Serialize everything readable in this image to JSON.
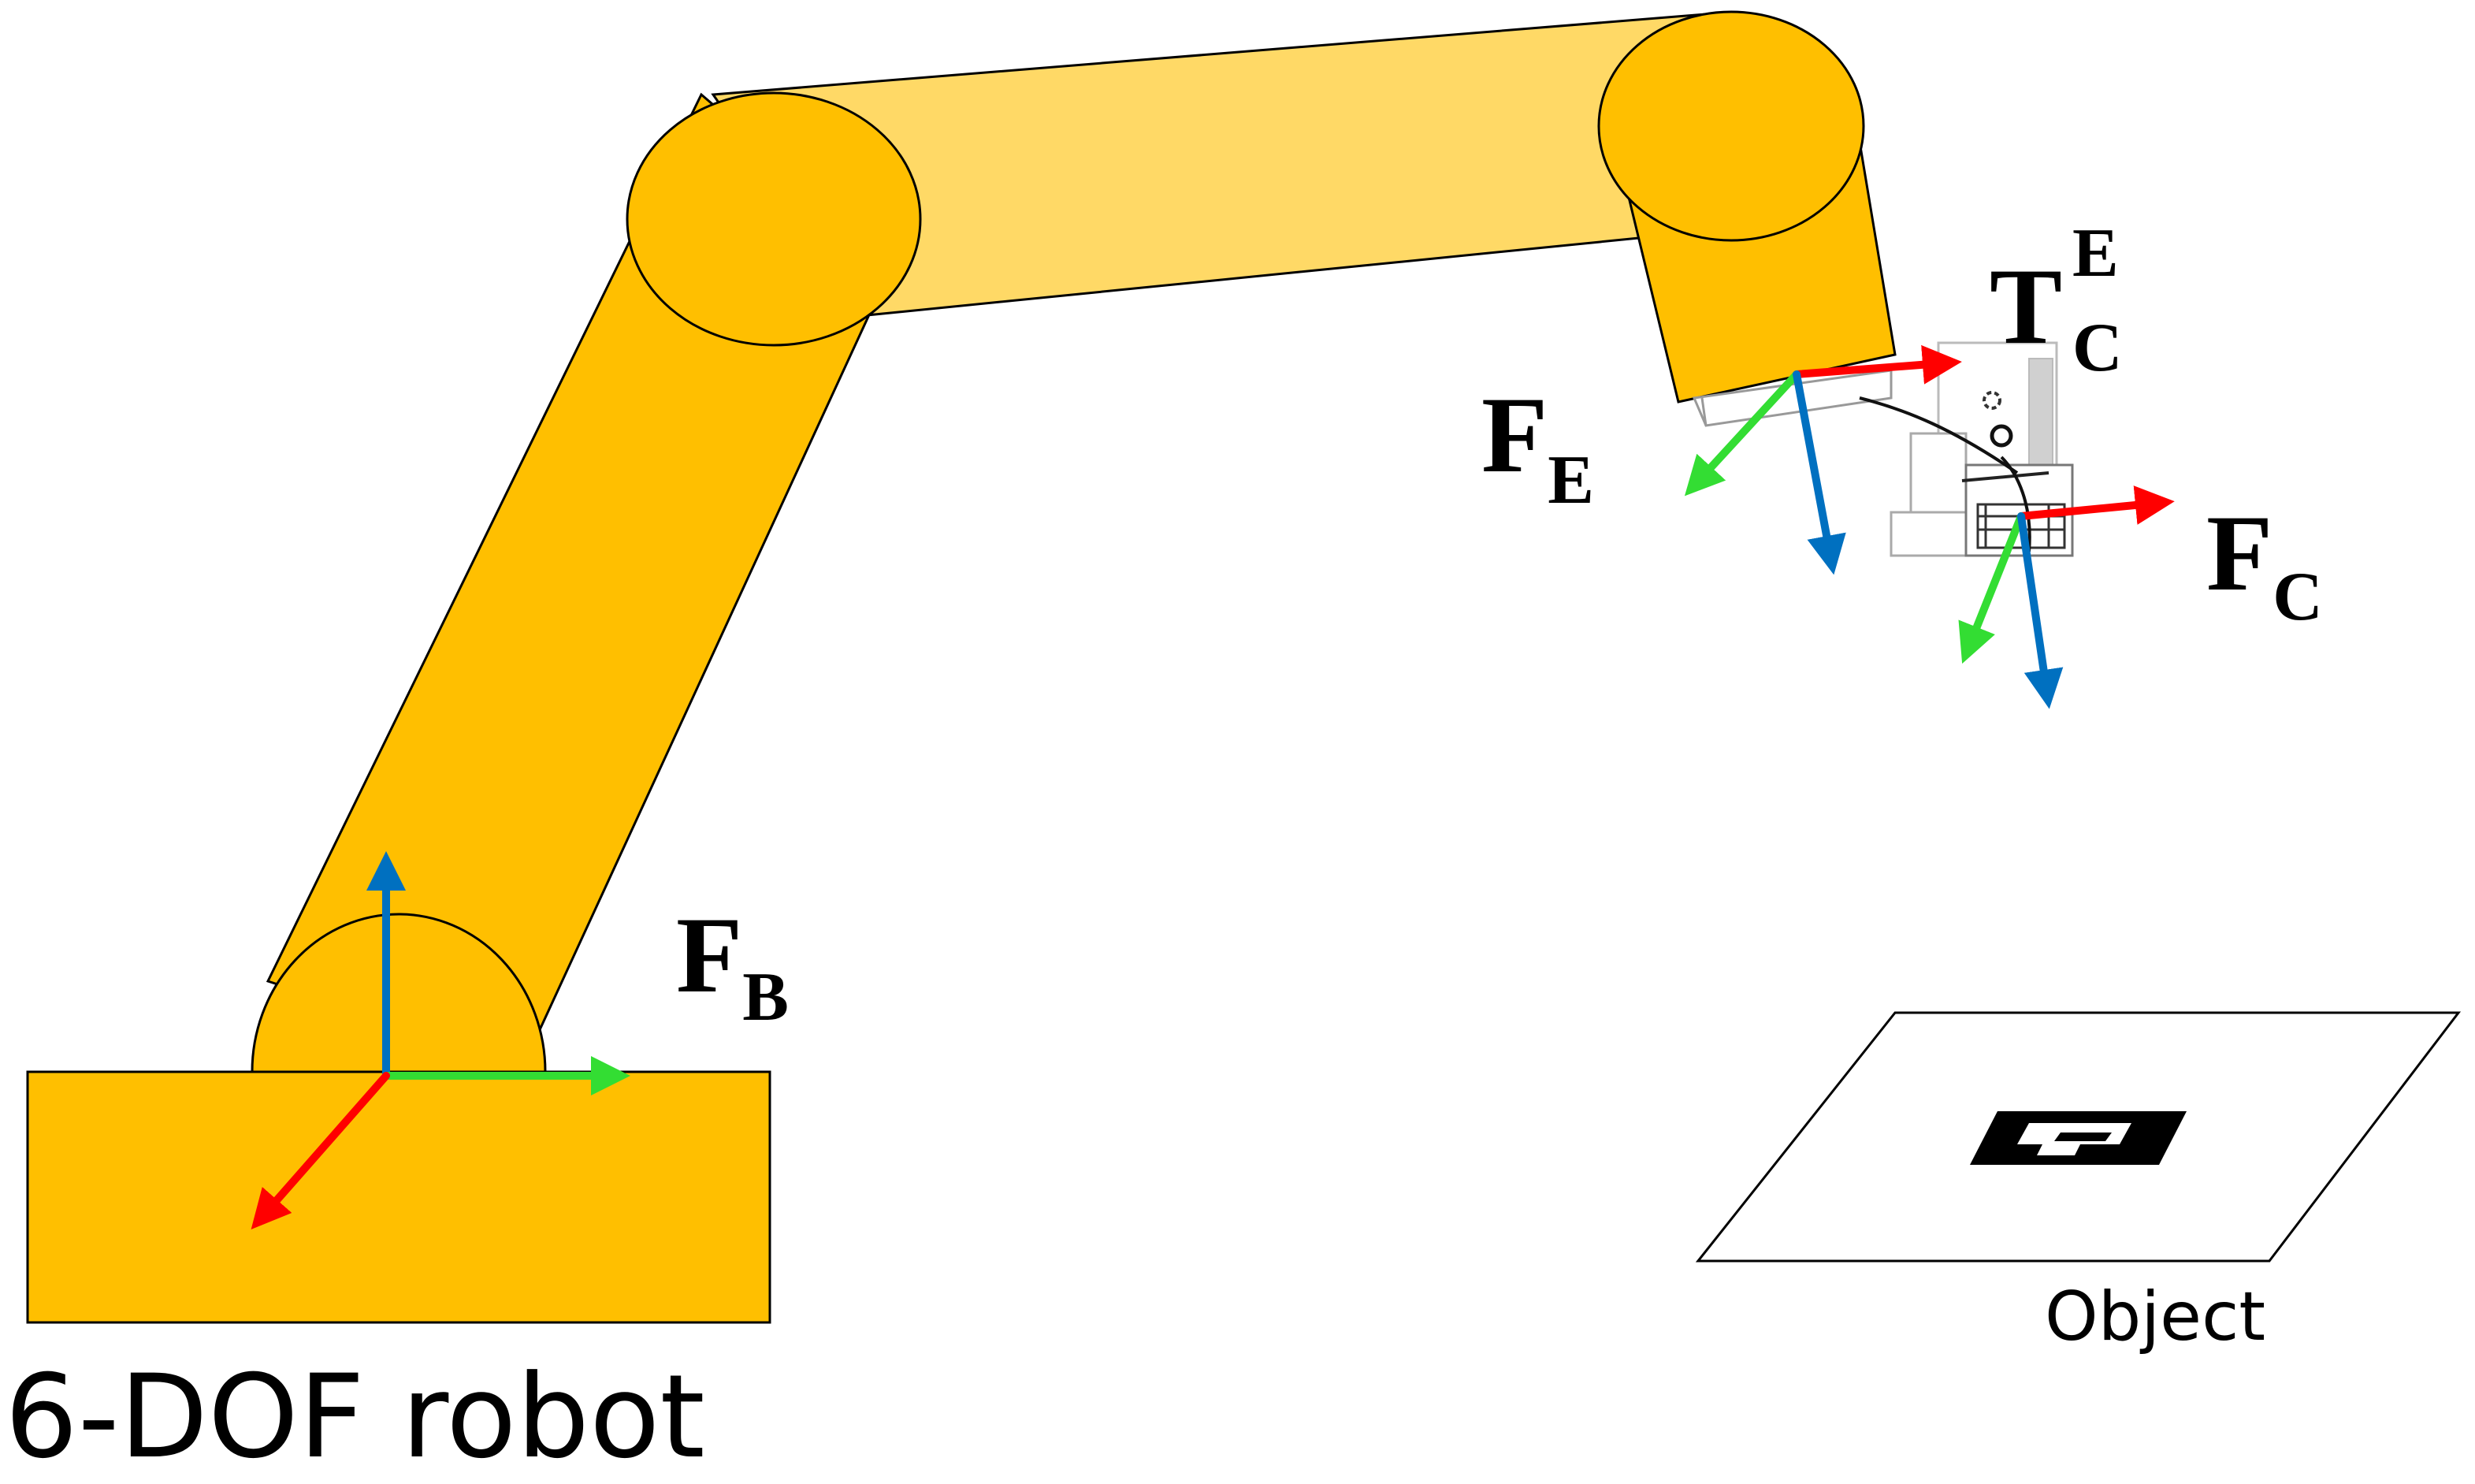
{
  "labels": {
    "robot": "6-DOF robot",
    "object": "Object",
    "frame_base": {
      "main": "F",
      "sub": "B"
    },
    "frame_end_effector": {
      "main": "F",
      "sub": "E"
    },
    "frame_camera": {
      "main": "F",
      "sub": "C"
    },
    "transform": {
      "main": "T",
      "sub": "C",
      "sup": "E"
    }
  },
  "colors": {
    "arm_dark": "#FFBF00",
    "arm_light": "#FFD966",
    "axis_x": "#FF0000",
    "axis_y": "#33DD33",
    "axis_z": "#0070C0",
    "outline": "#000000",
    "marker": "#000000"
  },
  "icons": {
    "gripper": "camera-gripper-icon",
    "marker": "fiducial-marker-icon"
  }
}
